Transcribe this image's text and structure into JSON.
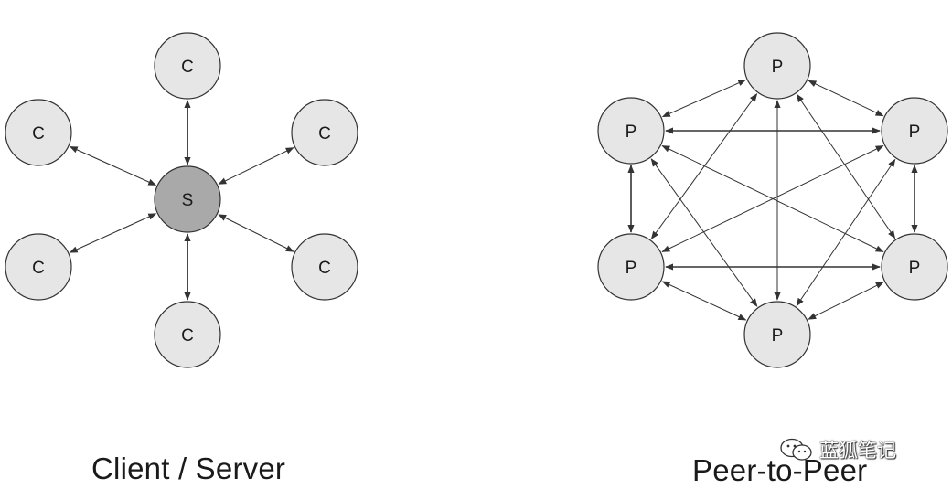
{
  "client_server": {
    "caption": "Client / Server",
    "server": {
      "label": "S"
    },
    "clients": [
      {
        "label": "C"
      },
      {
        "label": "C"
      },
      {
        "label": "C"
      },
      {
        "label": "C"
      },
      {
        "label": "C"
      },
      {
        "label": "C"
      }
    ]
  },
  "peer_to_peer": {
    "caption": "Peer-to-Peer",
    "peers": [
      {
        "label": "P"
      },
      {
        "label": "P"
      },
      {
        "label": "P"
      },
      {
        "label": "P"
      },
      {
        "label": "P"
      },
      {
        "label": "P"
      }
    ]
  },
  "colors": {
    "node_fill": "#e6e6e6",
    "server_fill": "#a9a9a9",
    "stroke": "#333333"
  },
  "watermark": {
    "icon": "wechat-icon",
    "text": "蓝狐笔记"
  }
}
